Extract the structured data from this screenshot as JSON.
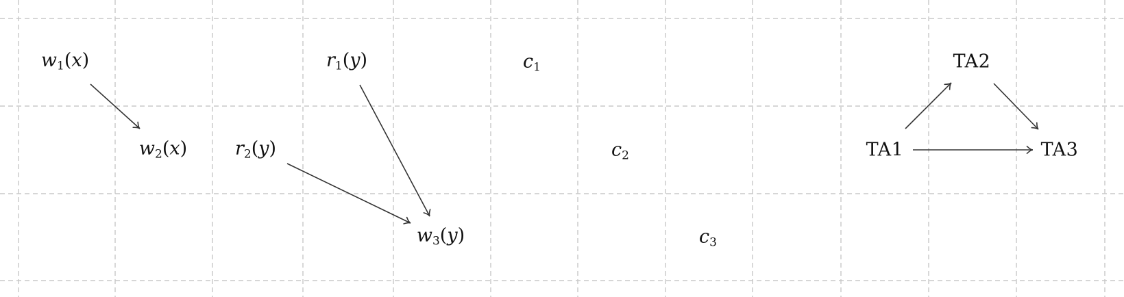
{
  "schedule": {
    "ops": [
      {
        "id": "w1x",
        "op": "w",
        "sub": "1",
        "arg": "x"
      },
      {
        "id": "w2x",
        "op": "w",
        "sub": "2",
        "arg": "x"
      },
      {
        "id": "r1y",
        "op": "r",
        "sub": "1",
        "arg": "y"
      },
      {
        "id": "r2y",
        "op": "r",
        "sub": "2",
        "arg": "y"
      },
      {
        "id": "w3y",
        "op": "w",
        "sub": "3",
        "arg": "y"
      },
      {
        "id": "c1",
        "op": "c",
        "sub": "1",
        "arg": ""
      },
      {
        "id": "c2",
        "op": "c",
        "sub": "2",
        "arg": ""
      },
      {
        "id": "c3",
        "op": "c",
        "sub": "3",
        "arg": ""
      }
    ],
    "edges": [
      {
        "from": "w1x",
        "to": "w2x"
      },
      {
        "from": "r1y",
        "to": "w3y"
      },
      {
        "from": "r2y",
        "to": "w3y"
      }
    ]
  },
  "precedence_graph": {
    "nodes": [
      {
        "id": "TA1",
        "label": "TA1"
      },
      {
        "id": "TA2",
        "label": "TA2"
      },
      {
        "id": "TA3",
        "label": "TA3"
      }
    ],
    "edges": [
      {
        "from": "TA1",
        "to": "TA2"
      },
      {
        "from": "TA2",
        "to": "TA3"
      },
      {
        "from": "TA1",
        "to": "TA3"
      }
    ]
  },
  "colors": {
    "grid": "#c8c8c8",
    "ink": "#111111",
    "edge": "#333333"
  }
}
